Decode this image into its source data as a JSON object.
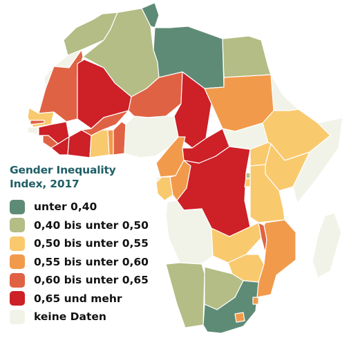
{
  "legend": {
    "title_line1": "Gender Inequality",
    "title_line2": "Index, 2017",
    "items": [
      {
        "label": "unter 0,40",
        "color": "#5e8b76"
      },
      {
        "label": "0,40 bis unter 0,50",
        "color": "#b3bd85"
      },
      {
        "label": "0,50 bis unter 0,55",
        "color": "#f9c96e"
      },
      {
        "label": "0,55 bis unter 0,60",
        "color": "#f29a4b"
      },
      {
        "label": "0,60 bis unter 0,65",
        "color": "#e06244"
      },
      {
        "label": "0,65 und mehr",
        "color": "#cd2027"
      },
      {
        "label": "keine Daten",
        "color": "#f2f3e8"
      }
    ]
  },
  "countries": [
    {
      "name": "Morocco",
      "class": "0,40 bis unter 0,50"
    },
    {
      "name": "Western Sahara",
      "class": "keine Daten"
    },
    {
      "name": "Algeria",
      "class": "0,40 bis unter 0,50"
    },
    {
      "name": "Tunisia",
      "class": "unter 0,40"
    },
    {
      "name": "Libya",
      "class": "unter 0,40"
    },
    {
      "name": "Egypt",
      "class": "0,40 bis unter 0,50"
    },
    {
      "name": "Mauritania",
      "class": "0,60 bis unter 0,65"
    },
    {
      "name": "Mali",
      "class": "0,65 und mehr"
    },
    {
      "name": "Niger",
      "class": "0,60 bis unter 0,65"
    },
    {
      "name": "Chad",
      "class": "0,65 und mehr"
    },
    {
      "name": "Sudan",
      "class": "0,55 bis unter 0,60"
    },
    {
      "name": "South Sudan",
      "class": "keine Daten"
    },
    {
      "name": "Eritrea",
      "class": "keine Daten"
    },
    {
      "name": "Ethiopia",
      "class": "0,50 bis unter 0,55"
    },
    {
      "name": "Somalia",
      "class": "keine Daten"
    },
    {
      "name": "Senegal",
      "class": "0,50 bis unter 0,55"
    },
    {
      "name": "Gambia",
      "class": "0,60 bis unter 0,65"
    },
    {
      "name": "Guinea-Bissau",
      "class": "keine Daten"
    },
    {
      "name": "Guinea",
      "class": "0,65 und mehr"
    },
    {
      "name": "Sierra Leone",
      "class": "0,60 bis unter 0,65"
    },
    {
      "name": "Liberia",
      "class": "0,65 und mehr"
    },
    {
      "name": "Côte d'Ivoire",
      "class": "0,65 und mehr"
    },
    {
      "name": "Burkina Faso",
      "class": "0,60 bis unter 0,65"
    },
    {
      "name": "Ghana",
      "class": "0,50 bis unter 0,55"
    },
    {
      "name": "Togo",
      "class": "0,55 bis unter 0,60"
    },
    {
      "name": "Benin",
      "class": "0,60 bis unter 0,65"
    },
    {
      "name": "Nigeria",
      "class": "keine Daten"
    },
    {
      "name": "Cameroon",
      "class": "0,55 bis unter 0,60"
    },
    {
      "name": "Central African Republic",
      "class": "0,65 und mehr"
    },
    {
      "name": "Equatorial Guinea",
      "class": "keine Daten"
    },
    {
      "name": "Gabon",
      "class": "0,50 bis unter 0,55"
    },
    {
      "name": "Republic of the Congo",
      "class": "0,55 bis unter 0,60"
    },
    {
      "name": "DR Congo",
      "class": "0,65 und mehr"
    },
    {
      "name": "Uganda",
      "class": "0,50 bis unter 0,55"
    },
    {
      "name": "Kenya",
      "class": "0,50 bis unter 0,55"
    },
    {
      "name": "Rwanda",
      "class": "0,40 bis unter 0,50"
    },
    {
      "name": "Burundi",
      "class": "0,50 bis unter 0,55"
    },
    {
      "name": "Tanzania",
      "class": "0,50 bis unter 0,55"
    },
    {
      "name": "Angola",
      "class": "keine Daten"
    },
    {
      "name": "Zambia",
      "class": "0,50 bis unter 0,55"
    },
    {
      "name": "Malawi",
      "class": "0,60 bis unter 0,65"
    },
    {
      "name": "Mozambique",
      "class": "0,55 bis unter 0,60"
    },
    {
      "name": "Zimbabwe",
      "class": "0,50 bis unter 0,55"
    },
    {
      "name": "Namibia",
      "class": "0,40 bis unter 0,50"
    },
    {
      "name": "Botswana",
      "class": "0,40 bis unter 0,50"
    },
    {
      "name": "South Africa",
      "class": "unter 0,40"
    },
    {
      "name": "Lesotho",
      "class": "0,55 bis unter 0,60"
    },
    {
      "name": "Eswatini",
      "class": "0,55 bis unter 0,60"
    },
    {
      "name": "Madagascar",
      "class": "keine Daten"
    }
  ]
}
